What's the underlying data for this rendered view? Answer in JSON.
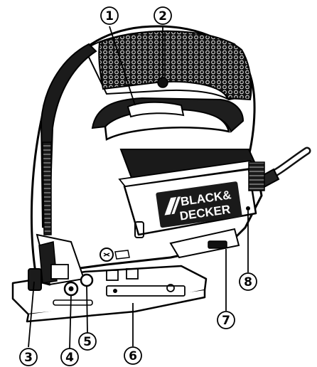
{
  "brand": {
    "line1": "BLACK&",
    "line2": "DECKER"
  },
  "callouts": [
    {
      "number": "1"
    },
    {
      "number": "2"
    },
    {
      "number": "3"
    },
    {
      "number": "4"
    },
    {
      "number": "5"
    },
    {
      "number": "6"
    },
    {
      "number": "7"
    },
    {
      "number": "8"
    }
  ]
}
